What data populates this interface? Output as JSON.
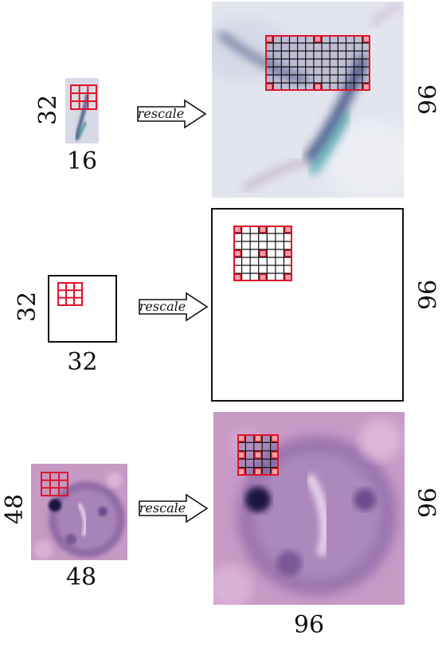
{
  "rows": [
    {
      "source": {
        "width_label": "16",
        "height_label": "32"
      },
      "target": {
        "size_label": "96"
      },
      "arrow_label": "rescale"
    },
    {
      "source": {
        "width_label": "32",
        "height_label": "32"
      },
      "target": {
        "size_label": "96"
      },
      "arrow_label": "rescale"
    },
    {
      "source": {
        "width_label": "48",
        "height_label": "48"
      },
      "target": {
        "size_label": "96",
        "bottom_label": "96"
      },
      "arrow_label": "rescale"
    }
  ],
  "colors": {
    "grid_red": "#e0142c",
    "grid_black": "#111111",
    "corner_fill": "#f4a0a8"
  },
  "icons": [
    "right-arrow-icon"
  ]
}
